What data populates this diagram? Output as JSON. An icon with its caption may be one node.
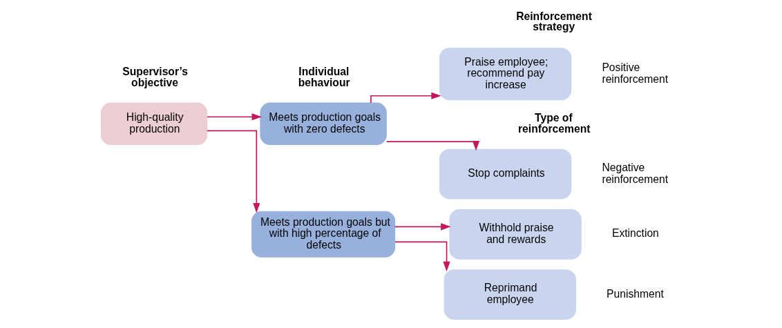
{
  "diagram": {
    "nodes": [
      {
        "text": [
          "High-quality production"
        ]
      },
      {
        "text": [
          "Meets production goals with zero defects"
        ]
      },
      {
        "text": [
          "Meets production goals but with high percentage of defects"
        ]
      },
      {
        "text": [
          "Praise employee; recommend pay increase"
        ],
        "beside": [
          "Positive reinforcement"
        ]
      },
      {
        "text": [
          "Stop complaints"
        ],
        "beside": [
          "Negative reinforcement"
        ]
      },
      {
        "text": [
          "Withhold praise and rewards"
        ],
        "beside": [
          "Extinction"
        ]
      },
      {
        "text": [
          "Reprimand employee"
        ],
        "beside": [
          "Punishment"
        ]
      }
    ],
    "edges": [
      {
        "from": 0,
        "to": 1,
        "arrow": "to"
      },
      {
        "from": 0,
        "to": 2,
        "arrow": "to"
      },
      {
        "from": 1,
        "to": 3,
        "arrow": "to"
      },
      {
        "from": 1,
        "to": 4,
        "arrow": "to"
      },
      {
        "from": 2,
        "to": 5,
        "arrow": "to"
      },
      {
        "from": 2,
        "to": 6,
        "arrow": "to"
      }
    ],
    "labels": [
      "Supervisor’s objective",
      "Individual behaviour",
      "Reinforcement strategy",
      "Type of reinforcement"
    ]
  }
}
